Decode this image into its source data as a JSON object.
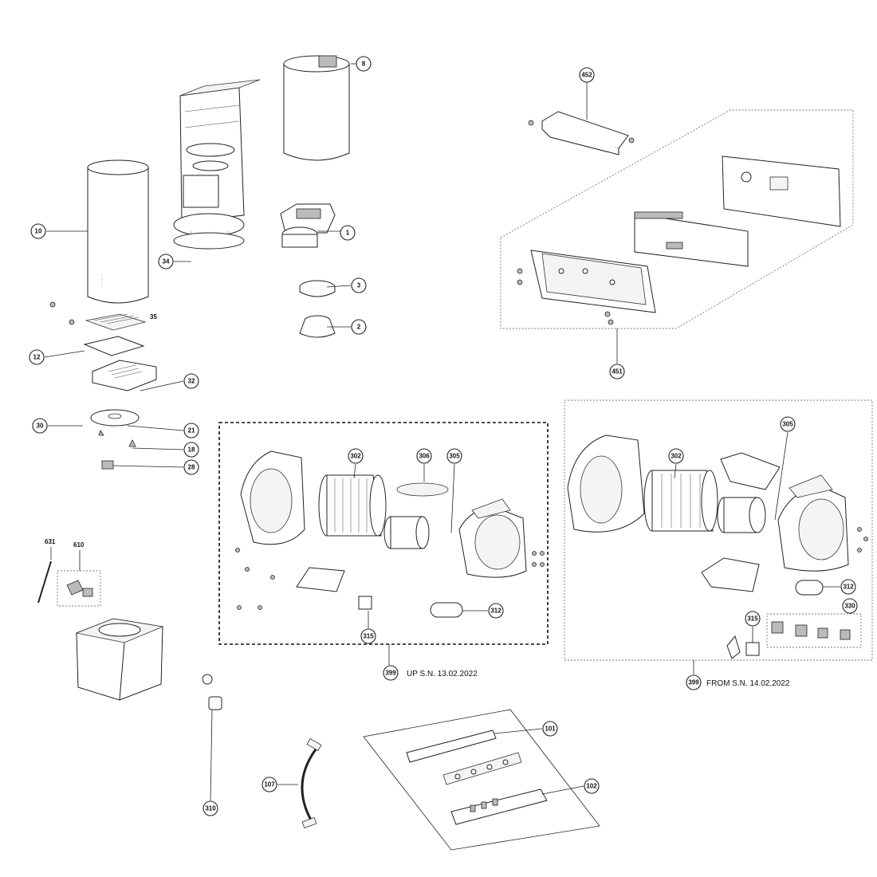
{
  "callouts": [
    {
      "id": "c8",
      "label": "8"
    },
    {
      "id": "c452",
      "label": "452"
    },
    {
      "id": "c10",
      "label": "10"
    },
    {
      "id": "c1",
      "label": "1"
    },
    {
      "id": "c34",
      "label": "34"
    },
    {
      "id": "c3",
      "label": "3"
    },
    {
      "id": "c2",
      "label": "2"
    },
    {
      "id": "c12",
      "label": "12"
    },
    {
      "id": "c32",
      "label": "32"
    },
    {
      "id": "c451",
      "label": "451"
    },
    {
      "id": "c30",
      "label": "30"
    },
    {
      "id": "c21",
      "label": "21"
    },
    {
      "id": "c18",
      "label": "18"
    },
    {
      "id": "c28",
      "label": "28"
    },
    {
      "id": "c302a",
      "label": "302"
    },
    {
      "id": "c306",
      "label": "306"
    },
    {
      "id": "c305a",
      "label": "305"
    },
    {
      "id": "c312a",
      "label": "312"
    },
    {
      "id": "c315a",
      "label": "315"
    },
    {
      "id": "c399a",
      "label": "399"
    },
    {
      "id": "c305b",
      "label": "305"
    },
    {
      "id": "c302b",
      "label": "302"
    },
    {
      "id": "c312b",
      "label": "312"
    },
    {
      "id": "c315b",
      "label": "315"
    },
    {
      "id": "c330",
      "label": "330"
    },
    {
      "id": "c399b",
      "label": "399"
    },
    {
      "id": "c101",
      "label": "101"
    },
    {
      "id": "c102",
      "label": "102"
    },
    {
      "id": "c107",
      "label": "107"
    },
    {
      "id": "c310",
      "label": "310"
    }
  ],
  "plain_labels": {
    "p35": "35",
    "p631": "631",
    "p610": "610"
  },
  "captions": {
    "up_to": "UP S.N. 13.02.2022",
    "from": "FROM S.N. 14.02.2022"
  }
}
